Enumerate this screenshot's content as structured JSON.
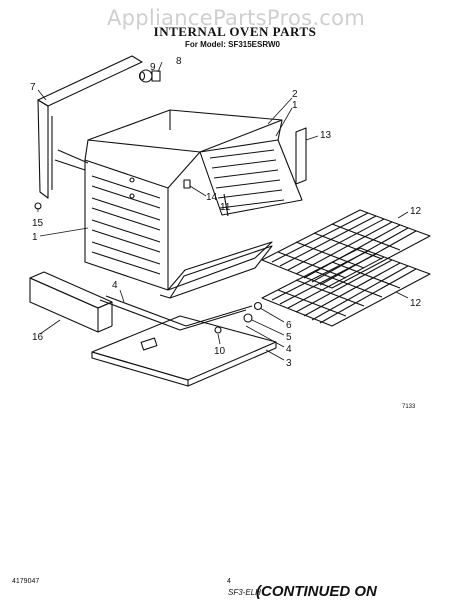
{
  "watermark": "AppliancePartsPros.com",
  "title": "INTERNAL OVEN PARTS",
  "model_line": "For Model: SF315ESRW0",
  "footer": {
    "doc_number": "4179047",
    "page": "4",
    "code": "SF3-ELH",
    "continued": "(CONTINUED ON"
  },
  "figure_code": "7133",
  "callouts": {
    "c1a": "1",
    "c1b": "1",
    "c2": "2",
    "c3": "3",
    "c4": "4",
    "c5": "5",
    "c6": "6",
    "c7": "7",
    "c8": "8",
    "c9": "9",
    "c10": "10",
    "c11": "11",
    "c12a": "12",
    "c12b": "12",
    "c13": "13",
    "c14": "14",
    "c15": "15",
    "c16": "16"
  }
}
